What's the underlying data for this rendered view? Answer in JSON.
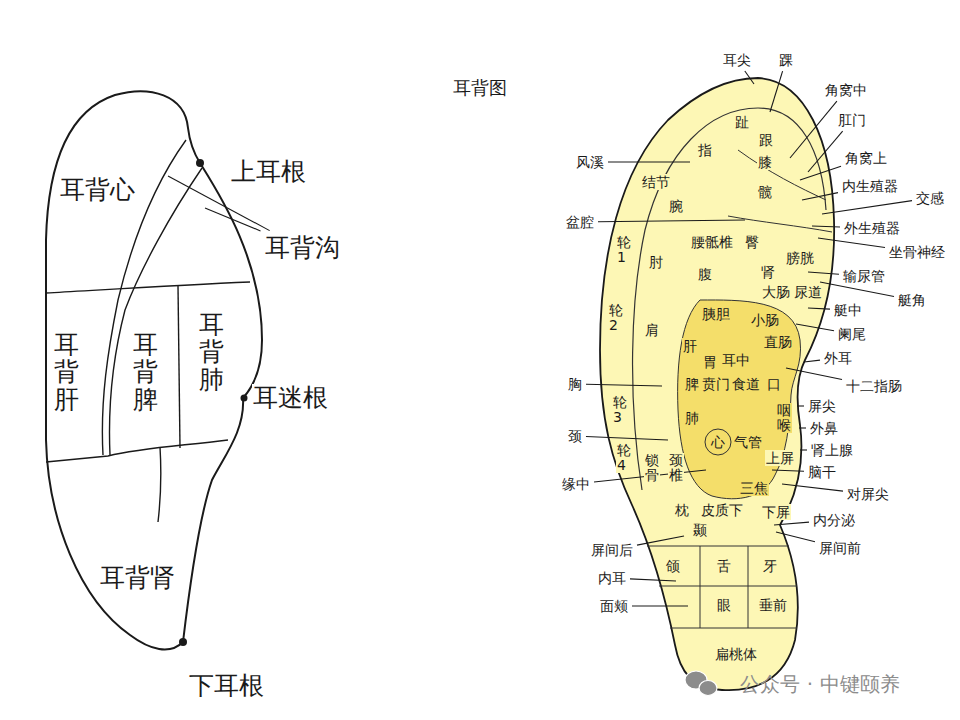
{
  "diagram": {
    "title": "耳背图",
    "nodes": [
      {
        "text": [
          "耳背心"
        ]
      },
      {
        "text": [
          "耳背肝"
        ]
      },
      {
        "text": [
          "耳背脾"
        ]
      },
      {
        "text": [
          "耳背肺"
        ]
      },
      {
        "text": [
          "耳背肾"
        ]
      }
    ],
    "labels": [
      "上耳根",
      "耳背沟",
      "耳迷根",
      "下耳根",
      "耳尖",
      "踝",
      "角窝中",
      "肛门",
      "角窝上",
      "内生殖器",
      "交感",
      "外生殖器",
      "坐骨神经",
      "膀胱",
      "输尿管",
      "艇角",
      "大肠",
      "尿道",
      "艇中",
      "阑尾",
      "外耳",
      "十二指肠",
      "屏尖",
      "外鼻",
      "肾上腺",
      "脑干",
      "对屏尖",
      "内分泌",
      "屏间前",
      "风溪",
      "盆腔",
      "胸",
      "颈",
      "缘中",
      "屏间后",
      "内耳",
      "面颊",
      "趾",
      "跟",
      "指",
      "膝",
      "结节",
      "髋",
      "腕",
      "腰骶椎",
      "臀",
      "轮1",
      "肘",
      "腹",
      "肾",
      "轮2",
      "肩",
      "胰胆",
      "小肠",
      "直肠",
      "耳中",
      "肝",
      "胃",
      "脾",
      "贲门",
      "食道",
      "口",
      "肺",
      "心",
      "气管",
      "咽喉",
      "上屏",
      "锁骨",
      "颈椎",
      "皮质下",
      "三焦",
      "下屏",
      "枕",
      "颞",
      "颌",
      "舌",
      "牙",
      "眼",
      "垂前",
      "扁桃体",
      "轮3",
      "轮4",
      "公众号 · 中键颐养"
    ]
  }
}
